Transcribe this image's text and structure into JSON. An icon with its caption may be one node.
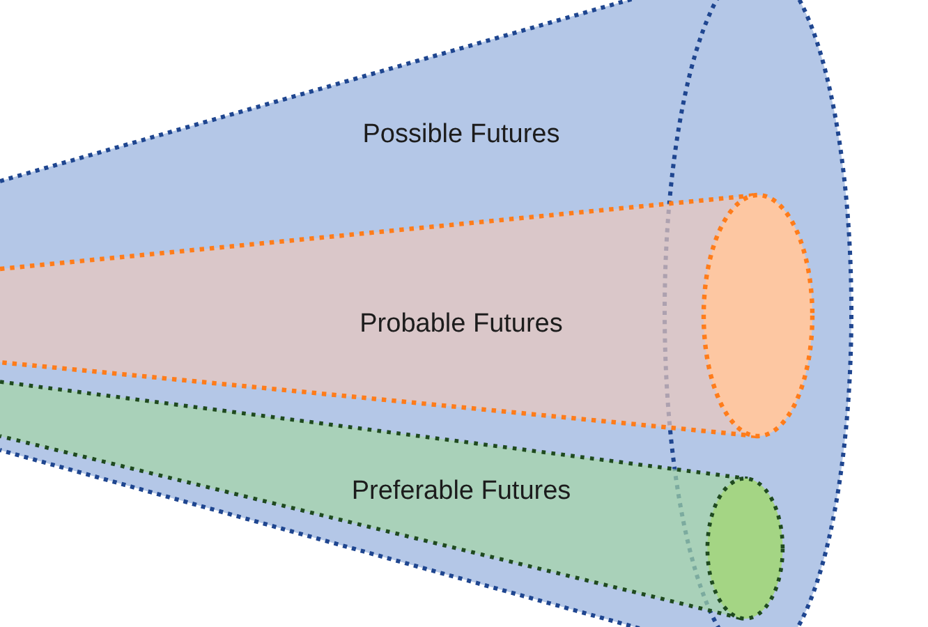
{
  "diagram": {
    "nodes": [
      {
        "text": [
          "Possible Futures"
        ]
      },
      {
        "text": [
          "Probable Futures"
        ],
        "in": 0
      },
      {
        "text": [
          "Preferable Futures"
        ],
        "in": 0
      }
    ]
  }
}
